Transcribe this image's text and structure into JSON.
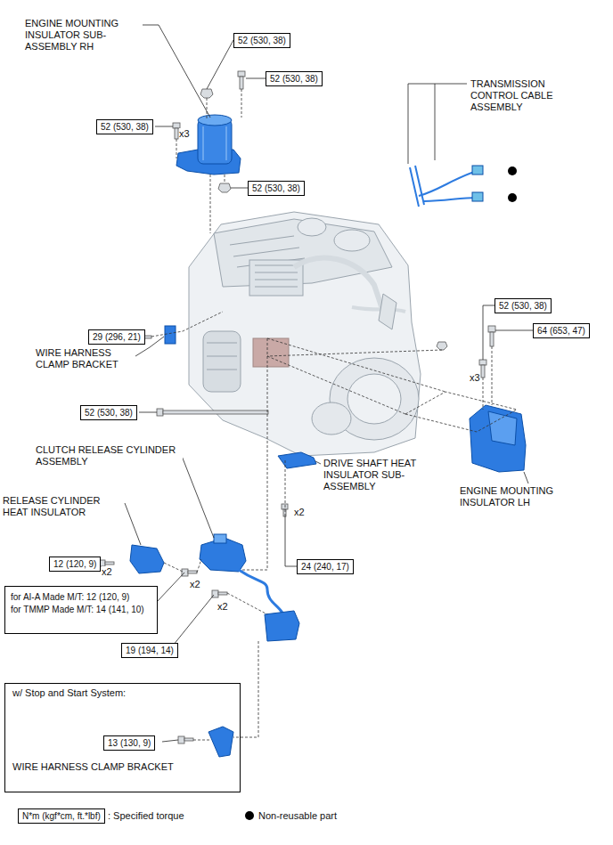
{
  "diagram": {
    "nodes": [
      {
        "text": [
          "52 (530, 38)"
        ]
      },
      {
        "text": [
          "52 (530, 38)"
        ]
      },
      {
        "text": [
          "52 (530, 38)"
        ]
      },
      {
        "text": [
          "52 (530, 38)"
        ]
      },
      {
        "text": [
          "29 (296, 21)"
        ]
      },
      {
        "text": [
          "52 (530, 38)"
        ]
      },
      {
        "text": [
          "64 (653, 47)"
        ]
      },
      {
        "text": [
          "52 (530, 38)"
        ]
      },
      {
        "text": [
          "12 (120, 9)"
        ]
      },
      {
        "text": [
          "for AI-A Made M/T: 12 (120, 9)",
          "for TMMP Made M/T: 14 (141, 10)"
        ]
      },
      {
        "text": [
          "24 (240, 17)"
        ]
      },
      {
        "text": [
          "19 (194, 14)"
        ]
      },
      {
        "text": [
          "w/ Stop and Start System:",
          "WIRE HARNESS CLAMP BRACKET"
        ]
      },
      {
        "text": [
          "13 (130, 9)"
        ],
        "in": 12
      },
      {
        "text": [
          "N*m (kgf*cm, ft.*lbf)"
        ]
      }
    ],
    "labels": [
      "ENGINE MOUNTING INSULATOR SUB-ASSEMBLY RH",
      "x3",
      "TRANSMISSION CONTROL CABLE ASSEMBLY",
      "WIRE HARNESS CLAMP BRACKET",
      "x3",
      "ENGINE MOUNTING INSULATOR LH",
      "CLUTCH RELEASE CYLINDER ASSEMBLY",
      "DRIVE SHAFT HEAT INSULATOR SUB-ASSEMBLY",
      "RELEASE CYLINDER HEAT INSULATOR",
      "x2",
      "x2",
      "x2",
      "x2"
    ],
    "legend": [
      {
        "text": ": Specified torque"
      },
      {
        "text": "Non-reusable part"
      }
    ]
  }
}
